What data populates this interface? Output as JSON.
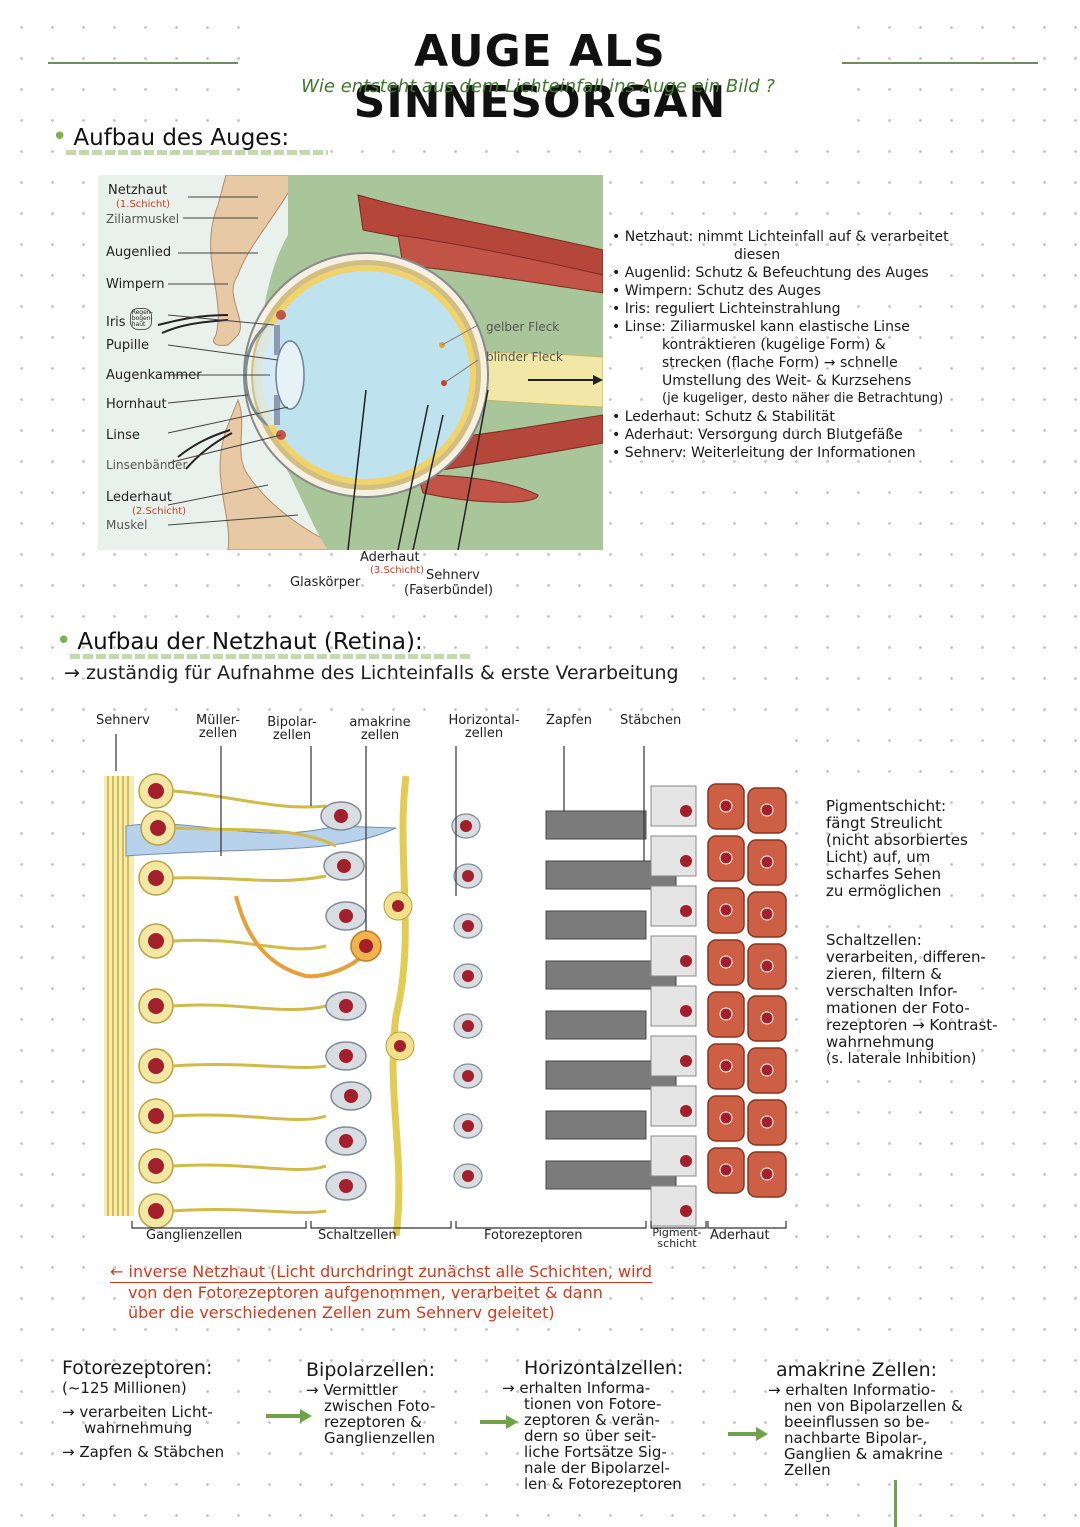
{
  "header": {
    "title": "AUGE ALS SINNESORGAN",
    "subtitle": "Wie entsteht aus dem Lichteinfall ins Auge ein Bild ?"
  },
  "section1": {
    "heading": "Aufbau des Auges:",
    "diagram_labels": {
      "netzhaut": "Netzhaut",
      "netzhaut_schicht": "(1.Schicht)",
      "ziliarmuskel": "Ziliarmuskel",
      "augenlied": "Augenlied",
      "wimpern": "Wimpern",
      "iris": "Iris",
      "iris_note": "Regen-bogen-haut",
      "pupille": "Pupille",
      "augenkammer": "Augenkammer",
      "hornhaut": "Hornhaut",
      "linse": "Linse",
      "linsenbaender": "Linsenbänder",
      "lederhaut": "Lederhaut",
      "lederhaut_schicht": "(2.Schicht)",
      "muskel": "Muskel",
      "gelber_fleck": "gelber Fleck",
      "blinder_fleck": "blinder Fleck",
      "aderhaut": "Aderhaut",
      "aderhaut_schicht": "(3.Schicht)",
      "glaskoerper": "Glaskörper",
      "sehnerv": "Sehnerv",
      "faserbuendel": "(Faserbündel)"
    },
    "notes": [
      "• Netzhaut: nimmt Lichteinfall auf & verarbeitet",
      "                 diesen",
      "• Augenlid: Schutz & Befeuchtung des Auges",
      "• Wimpern: Schutz des Auges",
      "• Iris: reguliert Lichteinstrahlung",
      "• Linse: Ziliarmuskel kann elastische Linse",
      "            kontraktieren (kugelige Form) &",
      "            strecken (flache Form) → schnelle",
      "            Umstellung des Weit- & Kurzsehens",
      "            (je kugeliger, desto näher die Betrachtung)",
      "• Lederhaut: Schutz & Stabilität",
      "• Aderhaut: Versorgung durch Blutgefäße",
      "• Sehnerv: Weiterleitung der Informationen"
    ]
  },
  "section2": {
    "heading": "Aufbau der Netzhaut (Retina):",
    "subheading": "→ zuständig für Aufnahme des Lichteinfalls & erste Verarbeitung",
    "top_labels": {
      "sehnerv": "Sehnerv",
      "mueller": "Müller-\nzellen",
      "bipolar": "Bipolar-\nzellen",
      "amakrine": "amakrine\nzellen",
      "horizontal": "Horizontal-\nzellen",
      "zapfen": "Zapfen",
      "staebchen": "Stäbchen"
    },
    "bottom_labels": {
      "ganglien": "Ganglienzellen",
      "schalt": "Schaltzellen",
      "foto": "Fotorezeptoren",
      "pigment": "Pigment-\nschicht",
      "ader": "Aderhaut"
    },
    "right_notes": {
      "pigment": [
        "Pigmentschicht:",
        "fängt Streulicht",
        "(nicht absorbiertes",
        "Licht) auf, um",
        "scharfes Sehen",
        "zu ermöglichen"
      ],
      "schalt": [
        "Schaltzellen:",
        "verarbeiten, differen-",
        "zieren, filtern &",
        "verschalten Infor-",
        "mationen der Foto-",
        "rezeptoren → Kontrast-",
        "wahrnehmung",
        "(s. laterale Inhibition)"
      ]
    },
    "red_note": [
      "← inverse Netzhaut (Licht durchdringt zunächst alle Schichten, wird",
      "von den Fotorezeptoren aufgenommen, verarbeitet & dann",
      "über die verschiedenen Zellen zum Sehnerv geleitet)"
    ]
  },
  "bottom": {
    "col1": {
      "title": "Fotorezeptoren:",
      "lines": [
        "(~125 Millionen)",
        "→ verarbeiten Licht-",
        "   wahrnehmung",
        "→ Zapfen & Stäbchen"
      ]
    },
    "col2": {
      "title": "Bipolarzellen:",
      "lines": [
        "→ Vermittler",
        "   zwischen Foto-",
        "   rezeptoren &",
        "   Ganglienzellen"
      ]
    },
    "col3": {
      "title": "Horizontalzellen:",
      "lines": [
        "→ erhalten Informa-",
        "   tionen von Fotore-",
        "   zeptoren & verän-",
        "   dern so über seit-",
        "   liche Fortsätze Sig-",
        "   nale der Bipolarzel-",
        "   len & Fotorezeptoren"
      ]
    },
    "col4": {
      "title": "amakrine Zellen:",
      "lines": [
        "→ erhalten Informatio-",
        "   nen von Bipolarzellen &",
        "   beeinflussen so be-",
        "   nachbarte Bipolar-,",
        "   Ganglien & amakrine",
        "   Zellen"
      ]
    }
  }
}
